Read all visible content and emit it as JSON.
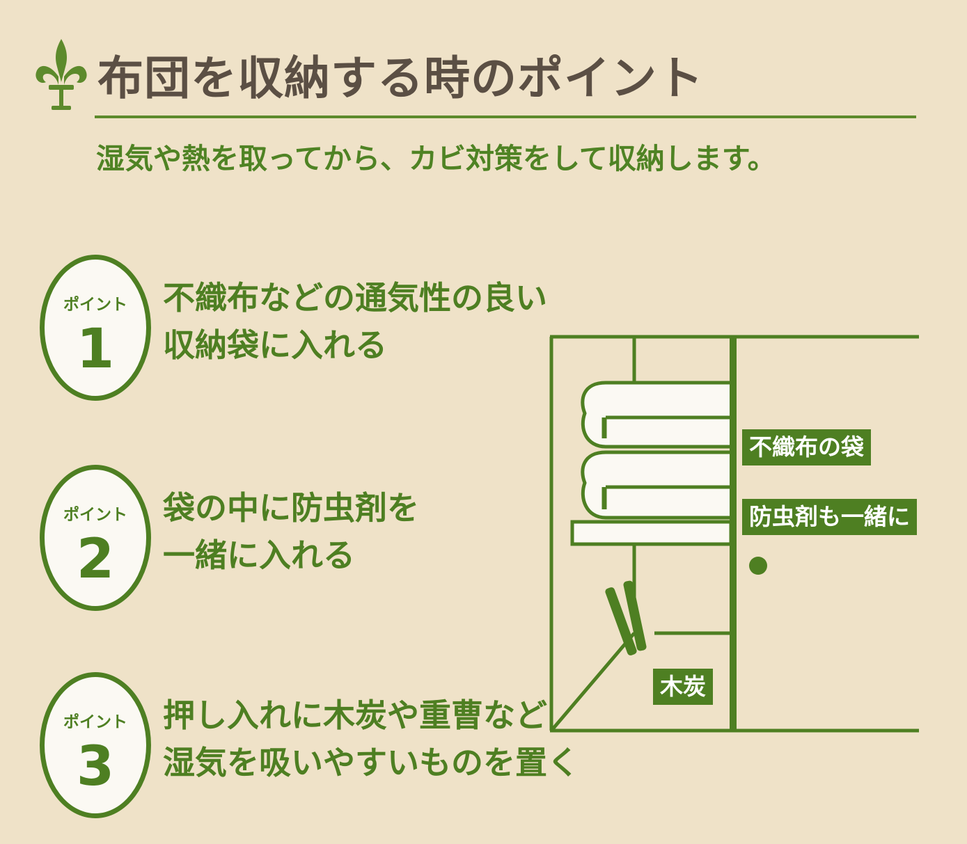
{
  "header": {
    "title": "布団を収納する時のポイント",
    "subtitle": "湿気や熱を取ってから、カビ対策をして収納します。",
    "icon": "fleur-de-lis-icon"
  },
  "points": [
    {
      "label": "ポイント",
      "number": "1",
      "lines": [
        "不織布などの通気性の良い",
        "収納袋に入れる"
      ]
    },
    {
      "label": "ポイント",
      "number": "2",
      "lines": [
        "袋の中に防虫剤を",
        "一緒に入れる"
      ]
    },
    {
      "label": "ポイント",
      "number": "3",
      "lines": [
        "押し入れに木炭や重曹など",
        "湿気を吸いやすいものを置く"
      ]
    }
  ],
  "illustration": {
    "labels": {
      "bag": "不織布の袋",
      "repellent": "防虫剤も一緒に",
      "charcoal": "木炭"
    }
  },
  "colors": {
    "background": "#efe2c8",
    "accent_green": "#4e7f22",
    "title_brown": "#5b4f44",
    "badge_fill": "#fbf9f3"
  }
}
